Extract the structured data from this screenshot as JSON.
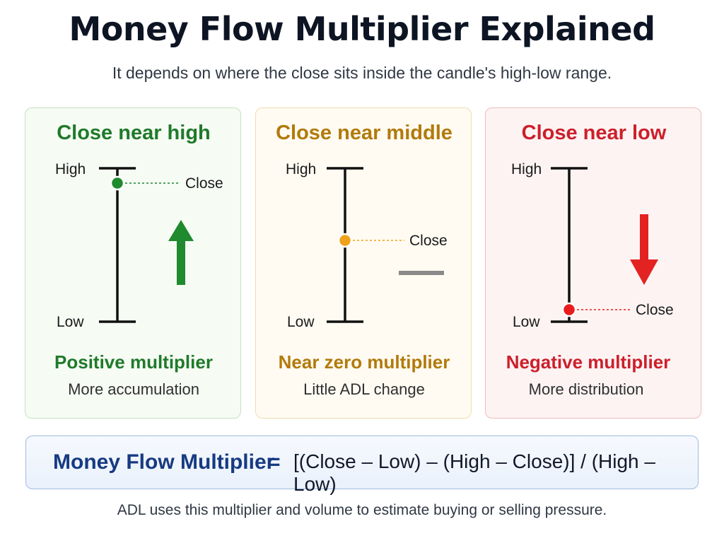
{
  "header": {
    "title": "Money Flow Multiplier Explained",
    "subtitle": "It depends on where the close sits inside the candle's high-low range."
  },
  "panels": [
    {
      "title": "Close near high",
      "high_label": "High",
      "low_label": "Low",
      "close_label": "Close",
      "close_position": 0.1,
      "direction": "up",
      "result": "Positive multiplier",
      "description": "More accumulation",
      "accent_color": "#1f7a2a",
      "dot_color": "#1f8a2e",
      "arrow_icon": "arrow-up-icon"
    },
    {
      "title": "Close near middle",
      "high_label": "High",
      "low_label": "Low",
      "close_label": "Close",
      "close_position": 0.47,
      "direction": "flat",
      "result": "Near zero multiplier",
      "description": "Little ADL change",
      "accent_color": "#b27a0c",
      "dot_color": "#f0a21a",
      "arrow_icon": "flat-dash-icon"
    },
    {
      "title": "Close near low",
      "high_label": "High",
      "low_label": "Low",
      "close_label": "Close",
      "close_position": 0.92,
      "direction": "down",
      "result": "Negative multiplier",
      "description": "More distribution",
      "accent_color": "#cc1f2b",
      "dot_color": "#e81c1c",
      "arrow_icon": "arrow-down-icon"
    }
  ],
  "formula": {
    "name": "Money Flow Multiplier",
    "equals": "=",
    "expression": "[(Close – Low) – (High – Close)] / (High – Low)"
  },
  "footer": {
    "note": "ADL uses this multiplier and volume to estimate buying or selling pressure."
  },
  "colors": {
    "up_arrow": "#1f8a2e",
    "flat_dash": "#8a8a8a",
    "down_arrow": "#e32222",
    "candle_line": "#111111"
  }
}
